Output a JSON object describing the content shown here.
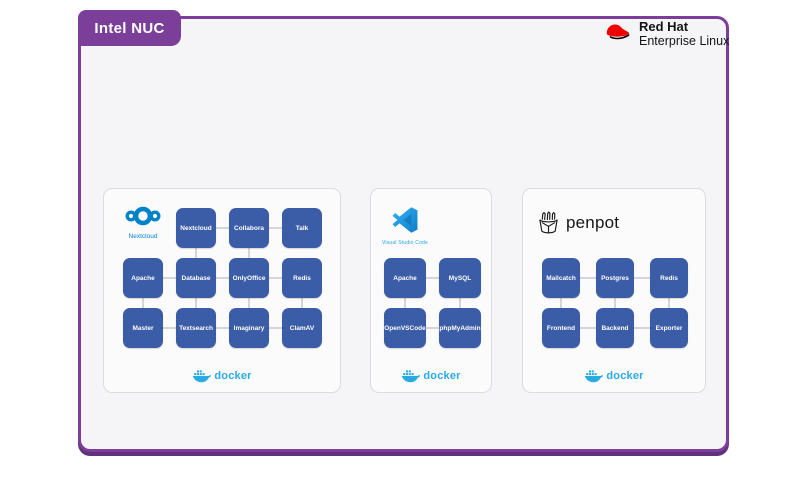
{
  "window": {
    "tab_label": "Intel NUC"
  },
  "branding": {
    "redhat_line1": "Red Hat",
    "redhat_line2": "Enterprise Linux"
  },
  "colors": {
    "accent_purple": "#7C3F99",
    "service_box_blue": "#3B5CA6",
    "docker_blue": "#29ABE2",
    "nextcloud_blue": "#0082C9",
    "vscode_blue": "#1F9CF0",
    "redhat_red": "#EE0000"
  },
  "groups": [
    {
      "id": "nextcloud",
      "logo_label": "Nextcloud",
      "docker_label": "docker",
      "boxes": [
        {
          "label": "Nextcloud"
        },
        {
          "label": "Collabora"
        },
        {
          "label": "Talk"
        },
        {
          "label": "Apache"
        },
        {
          "label": "Database"
        },
        {
          "label": "OnlyOffice"
        },
        {
          "label": "Redis"
        },
        {
          "label": "Master"
        },
        {
          "label": "Textsearch"
        },
        {
          "label": "Imaginary"
        },
        {
          "label": "ClamAV"
        }
      ],
      "connections": [
        "Nextcloud-Collabora",
        "Collabora-Talk",
        "Apache-Database",
        "Database-OnlyOffice",
        "OnlyOffice-Redis",
        "Master-Textsearch",
        "Textsearch-Imaginary",
        "Imaginary-ClamAV",
        "Nextcloud-Database",
        "Collabora-OnlyOffice",
        "Apache-Master",
        "Database-Textsearch",
        "OnlyOffice-Imaginary",
        "Redis-ClamAV"
      ]
    },
    {
      "id": "vscode",
      "logo_label": "Visual Studio Code",
      "docker_label": "docker",
      "boxes": [
        {
          "label": "Apache"
        },
        {
          "label": "MySQL"
        },
        {
          "label": "OpenVSCode"
        },
        {
          "label": "phpMyAdmin"
        }
      ],
      "connections": [
        "Apache-MySQL",
        "OpenVSCode-phpMyAdmin",
        "Apache-OpenVSCode",
        "MySQL-phpMyAdmin"
      ]
    },
    {
      "id": "penpot",
      "logo_label": "penpot",
      "docker_label": "docker",
      "boxes": [
        {
          "label": "Mailcatch"
        },
        {
          "label": "Postgres"
        },
        {
          "label": "Redis"
        },
        {
          "label": "Frontend"
        },
        {
          "label": "Backend"
        },
        {
          "label": "Exporter"
        }
      ],
      "connections": [
        "Mailcatch-Postgres",
        "Postgres-Redis",
        "Frontend-Backend",
        "Backend-Exporter",
        "Mailcatch-Frontend",
        "Postgres-Backend",
        "Redis-Exporter"
      ]
    }
  ]
}
